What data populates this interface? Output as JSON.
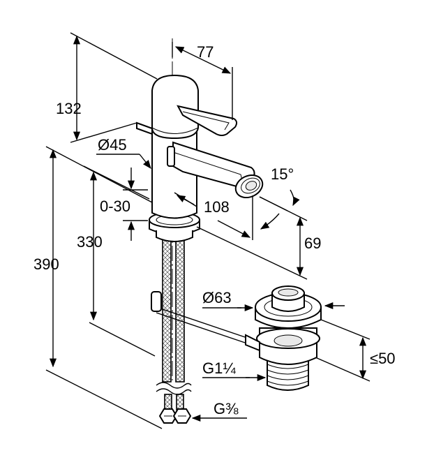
{
  "dimensions": {
    "height_top": "132",
    "depth_top": "77",
    "diameter_body": "Ø45",
    "adjust_range": "0-30",
    "height_330": "330",
    "height_390": "390",
    "spout_reach": "108",
    "angle": "15°",
    "spout_height": "69",
    "diameter_waste": "Ø63",
    "waste_height": "≤50",
    "thread_waste": "G1¼",
    "thread_supply": "G⅜"
  }
}
